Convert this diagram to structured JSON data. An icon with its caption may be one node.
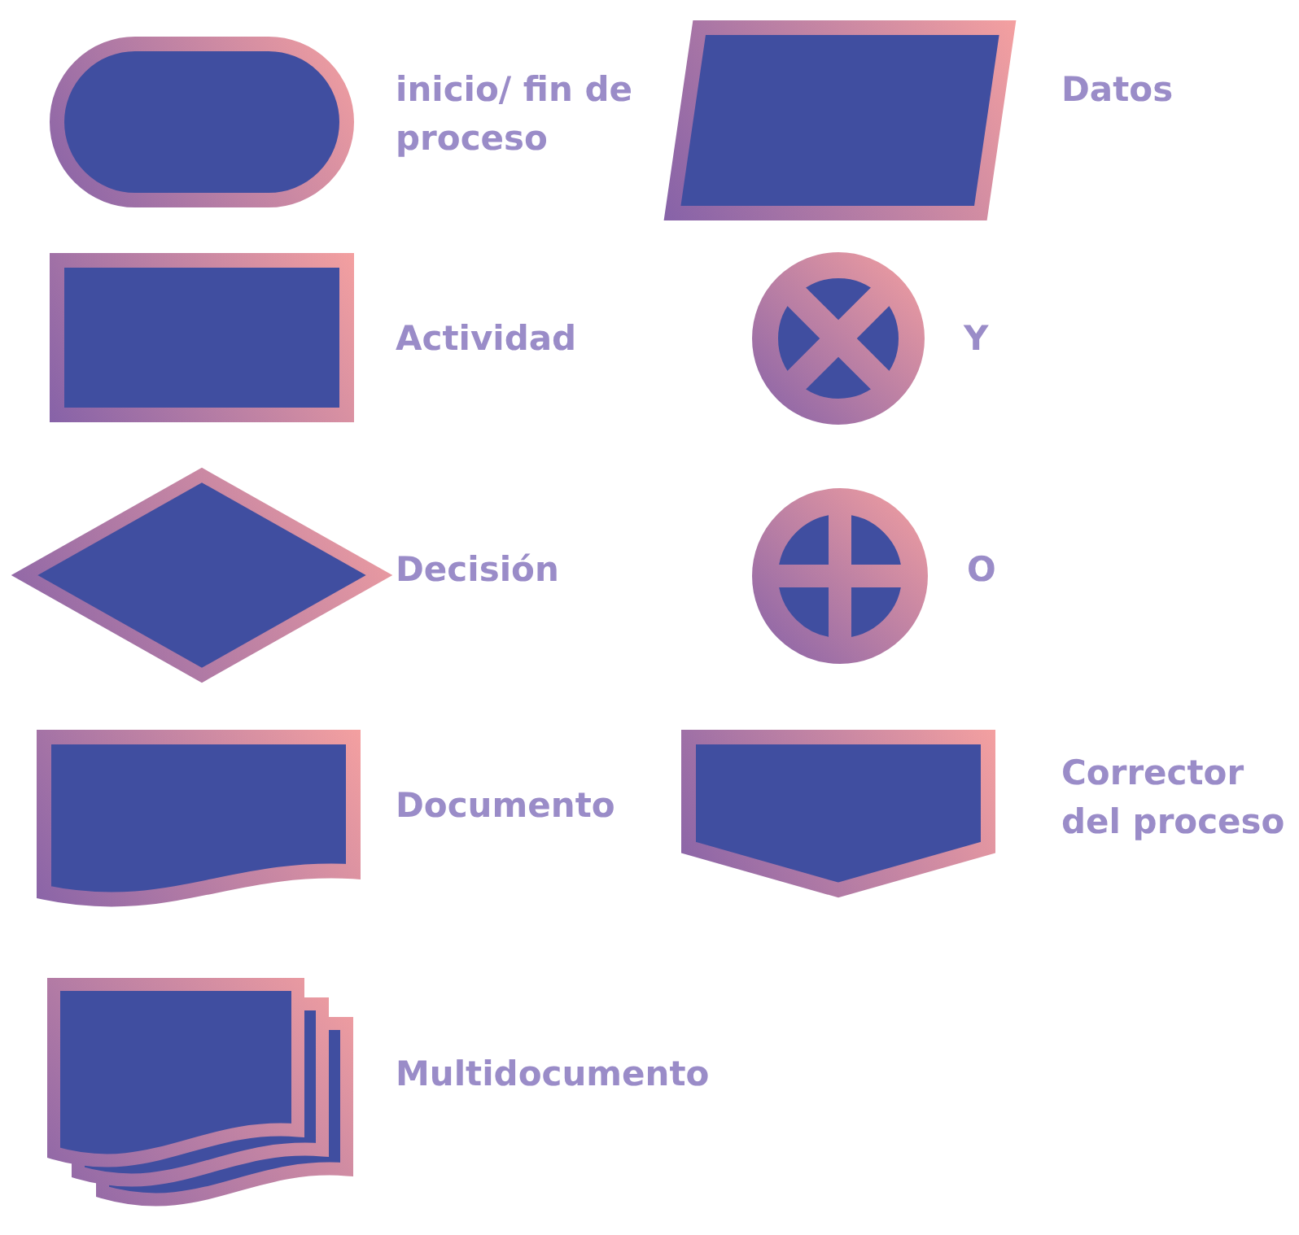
{
  "diagram": {
    "nodes": [
      {
        "text": [],
        "shape": "stadium",
        "beside": [
          "inicio/ fin de proceso"
        ]
      },
      {
        "text": [],
        "shape": "parallelogram",
        "beside": [
          "Datos"
        ]
      },
      {
        "text": [],
        "shape": "box",
        "beside": [
          "Actividad"
        ]
      },
      {
        "text": [],
        "shape": "circle",
        "beside": [
          "Y"
        ]
      },
      {
        "text": [],
        "shape": "diamond",
        "beside": [
          "Decisión"
        ]
      },
      {
        "text": [],
        "shape": "circle",
        "beside": [
          "O"
        ]
      },
      {
        "text": [],
        "shape": "document",
        "beside": [
          "Documento"
        ]
      },
      {
        "text": [],
        "shape": "pentagon",
        "beside": [
          "Corrector del proceso"
        ]
      },
      {
        "text": [],
        "shape": "documents",
        "beside": [
          "Multidocumento"
        ]
      }
    ]
  }
}
